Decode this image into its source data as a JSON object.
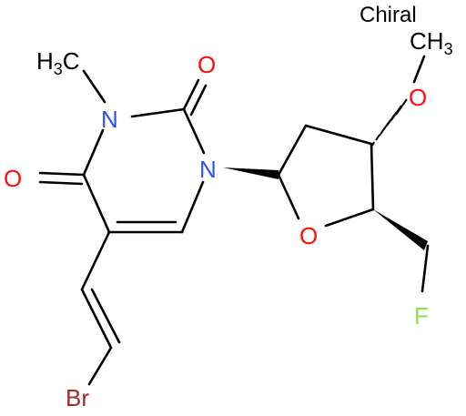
{
  "colors": {
    "bond": "#000000",
    "oxygen": "#ff0d0d",
    "nitrogen": "#3050f8",
    "fluorine": "#90e050",
    "bromine": "#a62929",
    "carbon": "#000000"
  },
  "labels": {
    "chiral": "Chiral",
    "o_carbonyl_top": "O",
    "o_carbonyl_left": "O",
    "n3": "N",
    "n1": "N",
    "o_ring": "O",
    "o_methoxy": "O",
    "f": "F",
    "br": "Br",
    "methyl_n_h": "H",
    "methyl_n_sub": "3",
    "methyl_n_c": "C",
    "methyl_o_c": "CH",
    "methyl_o_sub": "3"
  }
}
